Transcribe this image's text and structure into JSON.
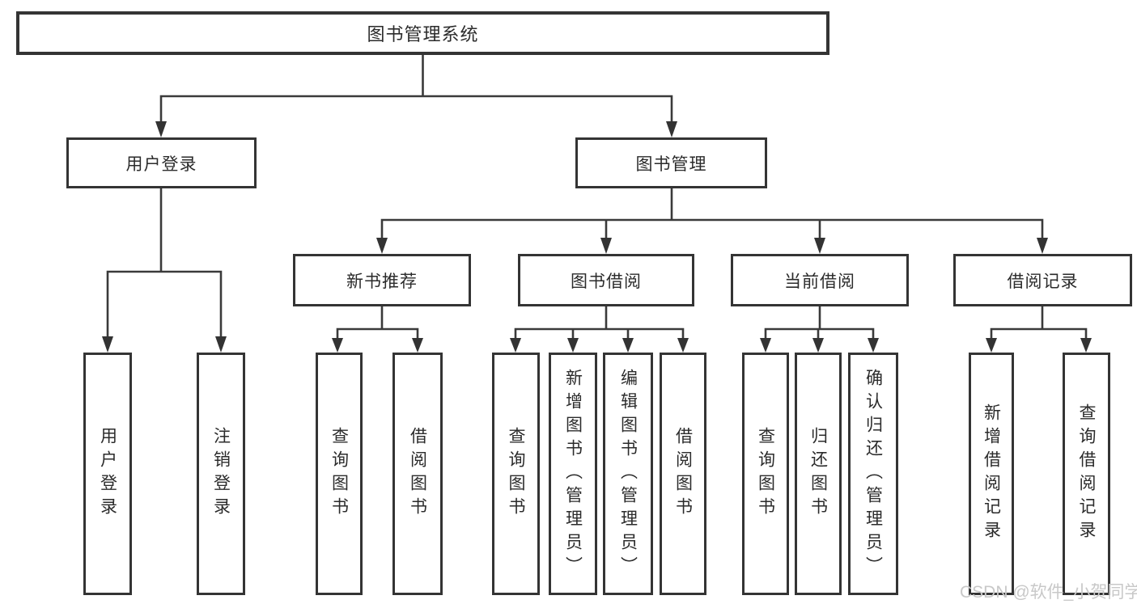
{
  "diagram_type": "hierarchy-tree",
  "tree": {
    "root": {
      "label": "图书管理系统",
      "children": [
        {
          "label": "用户登录",
          "children": [
            {
              "label": "用户登录"
            },
            {
              "label": "注销登录"
            }
          ]
        },
        {
          "label": "图书管理",
          "children": [
            {
              "label": "新书推荐",
              "children": [
                {
                  "label": "查询图书"
                },
                {
                  "label": "借阅图书"
                }
              ]
            },
            {
              "label": "图书借阅",
              "children": [
                {
                  "label": "查询图书"
                },
                {
                  "label": "新增图书（管理员）"
                },
                {
                  "label": "编辑图书（管理员）"
                },
                {
                  "label": "借阅图书"
                }
              ]
            },
            {
              "label": "当前借阅",
              "children": [
                {
                  "label": "查询图书"
                },
                {
                  "label": "归还图书"
                },
                {
                  "label": "确认归还（管理员）"
                }
              ]
            },
            {
              "label": "借阅记录",
              "children": [
                {
                  "label": "新增借阅记录"
                },
                {
                  "label": "查询借阅记录"
                }
              ]
            }
          ]
        }
      ]
    }
  },
  "watermark": "CSDN @软件_小贺同学",
  "colors": {
    "line": "#3a3a3a",
    "box_border": "#343434",
    "text": "#2b2b2b",
    "watermark": "#c8c8c8",
    "background": "#ffffff"
  }
}
